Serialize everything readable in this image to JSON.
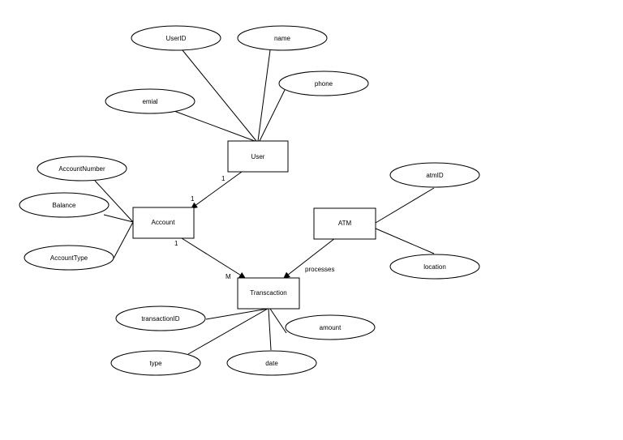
{
  "entities": {
    "user": "User",
    "account": "Account",
    "atm": "ATM",
    "transaction": "Transcaction"
  },
  "attributes": {
    "user_id": "UserID",
    "name": "name",
    "phone": "phone",
    "email": "emial",
    "account_number": "AccountNumber",
    "balance": "Balance",
    "account_type": "AccountType",
    "atm_id": "atmID",
    "location": "location",
    "transaction_id": "transactionID",
    "amount": "amount",
    "type": "type",
    "date": "date"
  },
  "relationships": {
    "user_account_user_card": "1",
    "user_account_account_card": "1",
    "account_transaction_account_card": "1",
    "account_transaction_transaction_card": "M",
    "atm_transaction_label": "processes"
  }
}
